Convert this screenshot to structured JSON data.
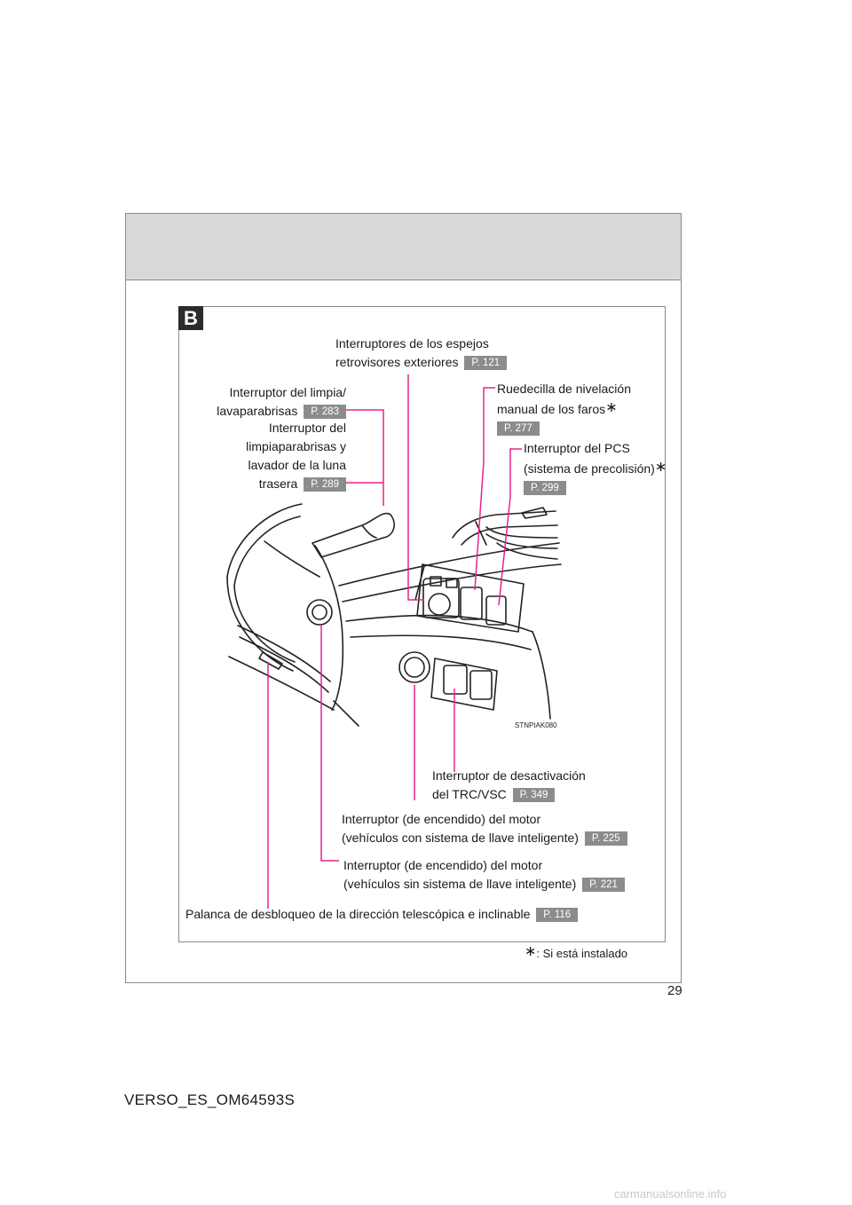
{
  "section": {
    "badge": "B"
  },
  "labels": {
    "mirrors": {
      "line1": "Interruptores de los espejos",
      "line2": "retrovisores exteriores",
      "page": "P. 121"
    },
    "wiper_front": {
      "line1": "Interruptor del limpia/",
      "line2": "lavaparabrisas",
      "page": "P. 283"
    },
    "wiper_rear": {
      "line1": "Interruptor del",
      "line2": "limpiaparabrisas y",
      "line3": "lavador de la luna",
      "line4": "trasera",
      "page": "P. 289"
    },
    "headlight_leveling": {
      "line1": "Ruedecilla de nivelación",
      "line2": "manual de los faros",
      "star": "∗",
      "page": "P. 277"
    },
    "pcs": {
      "line1": "Interruptor del PCS",
      "line2": "(sistema de precolisión)",
      "star": "∗",
      "page": "P. 299"
    },
    "trc_vsc": {
      "line1": "Interruptor de desactivación",
      "line2": "del TRC/VSC",
      "page": "P. 349"
    },
    "engine_smart": {
      "line1": "Interruptor (de encendido) del motor",
      "line2": "(vehículos con sistema de llave inteligente)",
      "page": "P. 225"
    },
    "engine_nosmart": {
      "line1": "Interruptor (de encendido) del motor",
      "line2": "(vehículos sin sistema de llave inteligente)",
      "page": "P. 221"
    },
    "tilt_lever": {
      "line1": "Palanca de desbloqueo de la dirección telescópica e inclinable",
      "page": "P. 116"
    }
  },
  "illustration": {
    "code": "STNPIAK080"
  },
  "footnote": {
    "star": "∗",
    "text": ": Si está instalado"
  },
  "page_number": "29",
  "doc_code": "VERSO_ES_OM64593S",
  "watermark": "carmanualsonline.info",
  "colors": {
    "leader": "#e8238c",
    "page_badge": "#8c8c8c",
    "header_band": "#d9d9d9"
  }
}
